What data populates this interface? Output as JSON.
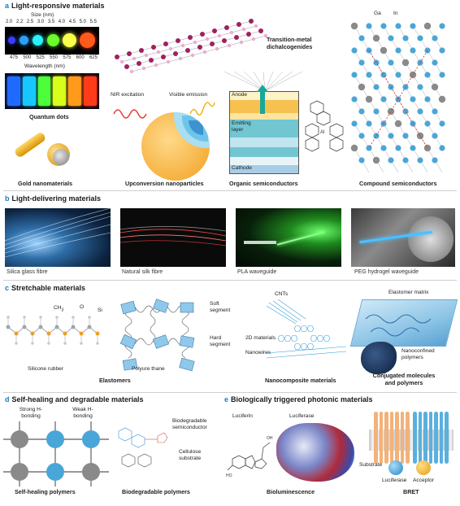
{
  "panel_a": {
    "letter": "a",
    "title": "Light-responsive materials",
    "size_label": "Size (nm)",
    "sizes": [
      "2.0",
      "2.2",
      "2.5",
      "3.0",
      "3.5",
      "4.0",
      "4.5",
      "5.0",
      "5.5"
    ],
    "wavelengths": [
      "475",
      "500",
      "525",
      "550",
      "575",
      "600",
      "625"
    ],
    "wavelength_label": "Wavelength (nm)",
    "qd_caption": "Quantum dots",
    "gold_caption": "Gold nanomaterials",
    "tmd_caption": "Transition-metal dichalcogenides",
    "nir_label": "NIR excitation",
    "vis_label": "Visible emission",
    "upconv_caption": "Upconversion nanoparticles",
    "anode": "Anode",
    "emitting_layer": "Emitting layer",
    "cathode": "Cathode",
    "organic_caption": "Organic semiconductors",
    "ga": "Ga",
    "in": "In",
    "compound_caption": "Compound semiconductors",
    "qd_colors": [
      "#1f6bff",
      "#18c7ff",
      "#4cff3a",
      "#d8ff1a",
      "#ff9a1a",
      "#ff3b1a",
      "#ff1f1f"
    ]
  },
  "panel_b": {
    "letter": "b",
    "title": "Light-delivering materials",
    "captions": [
      "Silica glass fibre",
      "Natural silk fibre",
      "PLA waveguide",
      "PEG hydrogel waveguide"
    ]
  },
  "panel_c": {
    "letter": "c",
    "title": "Stretchable materials",
    "ch3": "CH",
    "ch3_sub": "3",
    "o": "O",
    "si": "Si",
    "silicone_label": "Silicone rubber",
    "soft_segment": "Soft segment",
    "hard_segment": "Hard segment",
    "polyurethane_label": "Polyure thane",
    "elastomers_caption": "Elastomers",
    "cnts": "CNTs",
    "materials_2d": "2D materials",
    "nanowires": "Nanowires",
    "nanocomposite_caption": "Nanocomposite materials",
    "elastomer_matrix": "Elastomer matrix",
    "nanoconfined": "Nanoconfined polymers",
    "conjugated_caption": "Conjugated molecules and polymers"
  },
  "panel_d": {
    "letter": "d",
    "title": "Self-healing and degradable materials",
    "strong": "Strong H-bonding",
    "weak": "Weak H-bonding",
    "selfheal_caption": "Self-healing polymers",
    "biodegradable_semi": "Biodegradable semiconductor",
    "cellulose": "Cellulose substrate",
    "biodeg_caption": "Biodegradable polymers"
  },
  "panel_e": {
    "letter": "e",
    "title": "Biologically triggered photonic materials",
    "luciferin": "Luciferin",
    "luciferase": "Luciferase",
    "biolum_caption": "Bioluminescence",
    "substrate": "Substrate",
    "luciferase2": "Luciferase",
    "acceptor": "Acceptor",
    "bret_caption": "BRET"
  }
}
